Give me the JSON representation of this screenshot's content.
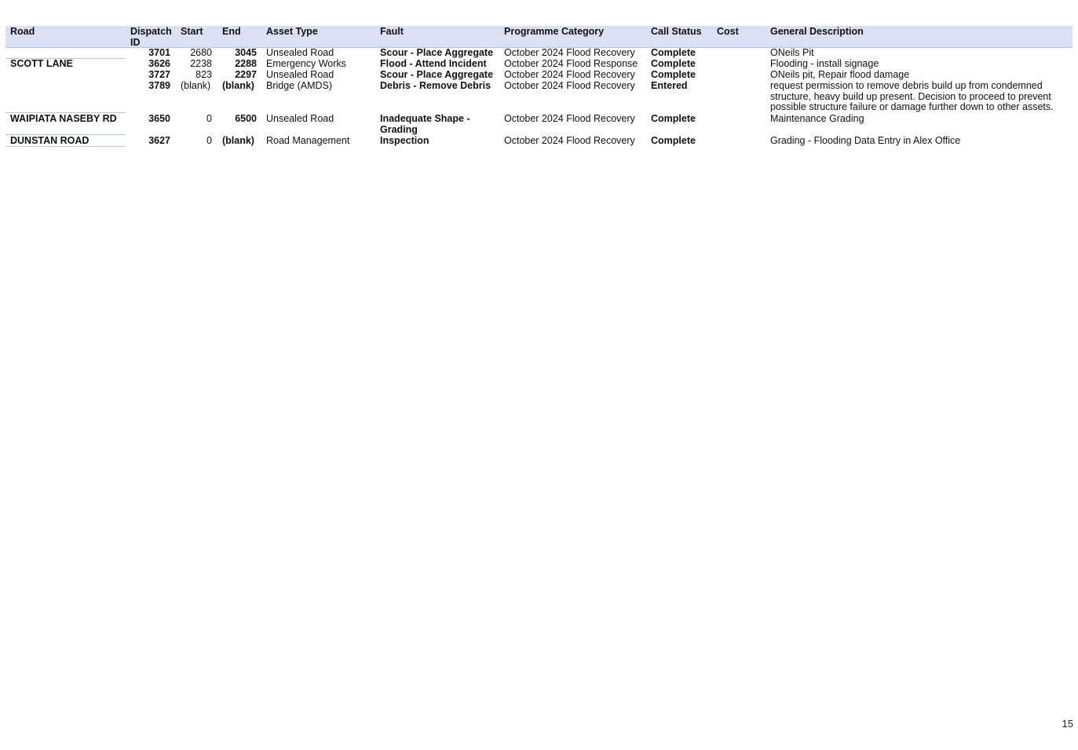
{
  "table": {
    "columns": {
      "road": "Road",
      "dispatch_id": "Dispatch ID",
      "dispatch_id_line1": "Dispatch",
      "dispatch_id_line2": "ID",
      "start": "Start",
      "end": "End",
      "asset_type": "Asset Type",
      "fault": "Fault",
      "programme_category": "Programme Category",
      "call_status": "Call Status",
      "cost": "Cost",
      "general_description": "General Description"
    },
    "rows": [
      {
        "road": "",
        "dispatch_id": "3701",
        "start": "2680",
        "end": "3045",
        "asset_type": "Unsealed Road",
        "fault": "Scour - Place Aggregate",
        "programme_category": "October 2024 Flood Recovery",
        "call_status": "Complete",
        "cost": "",
        "general_description": "ONeils Pit"
      },
      {
        "road": "SCOTT LANE",
        "dispatch_id": "3626",
        "start": "2238",
        "end": "2288",
        "asset_type": "Emergency Works",
        "fault": "Flood - Attend Incident",
        "programme_category": "October 2024 Flood Response",
        "call_status": "Complete",
        "cost": "",
        "general_description": "Flooding - install signage"
      },
      {
        "road": "",
        "dispatch_id": "3727",
        "start": "823",
        "end": "2297",
        "asset_type": "Unsealed Road",
        "fault": "Scour - Place Aggregate",
        "programme_category": "October 2024 Flood Recovery",
        "call_status": "Complete",
        "cost": "",
        "general_description": "ONeils pit, Repair flood damage"
      },
      {
        "road": "",
        "dispatch_id": "3789",
        "start": "(blank)",
        "end": "(blank)",
        "asset_type": "Bridge (AMDS)",
        "fault": "Debris - Remove Debris",
        "programme_category": "October 2024 Flood Recovery",
        "call_status": "Entered",
        "cost": "",
        "general_description": "request permission to remove debris build up from condemned structure, heavy build up present. Decision to proceed to prevent possible structure failure or damage further down to other assets."
      },
      {
        "road": "WAIPIATA NASEBY RD",
        "dispatch_id": "3650",
        "start": "0",
        "end": "6500",
        "asset_type": "Unsealed Road",
        "fault": "Inadequate Shape - Grading",
        "fault_line1": "Inadequate Shape -",
        "fault_line2": "Grading",
        "programme_category": "October 2024 Flood Recovery",
        "call_status": "Complete",
        "cost": "",
        "general_description": "Maintenance Grading"
      },
      {
        "road": "DUNSTAN ROAD",
        "dispatch_id": "3627",
        "start": "0",
        "end": "(blank)",
        "asset_type": "Road Management",
        "fault": "Inspection",
        "programme_category": "October 2024 Flood Recovery",
        "call_status": "Complete",
        "cost": "",
        "general_description": "Grading - Flooding Data Entry in Alex Office"
      }
    ]
  },
  "footer": {
    "page_number": "15"
  },
  "colors": {
    "header_background": "#dbe1f4",
    "header_border": "#b6c6e6",
    "text": "#111111"
  }
}
